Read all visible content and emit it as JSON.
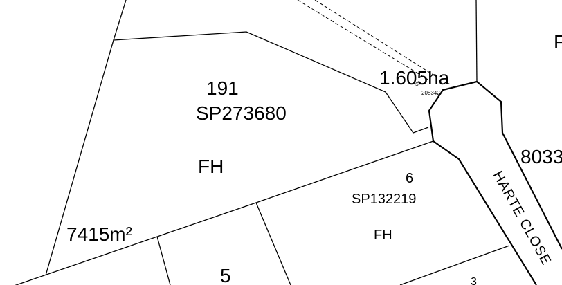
{
  "parcels": [
    {
      "lot": "191",
      "plan": "SP273680",
      "tenure": "FH",
      "area": "7415m²"
    },
    {
      "lot": "6",
      "plan": "SP132219",
      "tenure": "FH"
    },
    {
      "lot": "5"
    }
  ],
  "easement": {
    "area": "1.605ha",
    "plan_small": "SP",
    "plan_number": "208342"
  },
  "road": {
    "name": "HARTE CLOSE"
  },
  "edge_labels": {
    "right_top": "F",
    "right_mid": "8033"
  },
  "colors": {
    "line": "#000000",
    "background": "#ffffff"
  }
}
